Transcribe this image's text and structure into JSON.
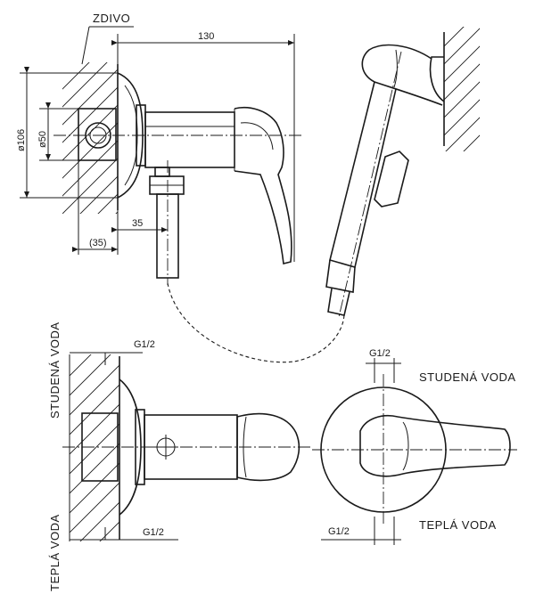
{
  "labels": {
    "wall": "ZDIVO",
    "cold_water": "STUDENÁ VODA",
    "hot_water": "TEPLÁ VODA"
  },
  "dimensions": {
    "total_length": "130",
    "flange_diameter": "ø106",
    "body_diameter": "ø50",
    "outlet_offset": "35",
    "wall_depth": "(35)",
    "thread": "G1/2"
  }
}
